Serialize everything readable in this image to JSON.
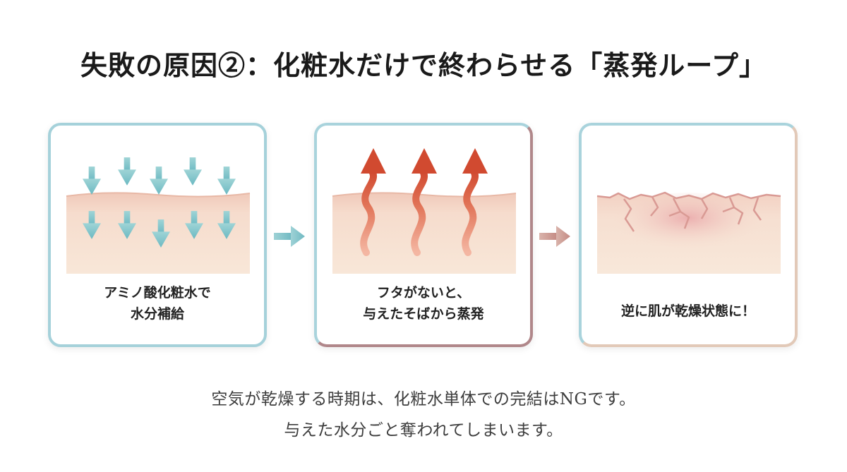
{
  "title": "失敗の原因②：化粧水だけで終わらせる「蒸発ループ」",
  "panels": [
    {
      "caption": [
        "アミノ酸化粧水で",
        "水分補給"
      ],
      "icon": "down-arrows-absorb"
    },
    {
      "caption": [
        "フタがないと、",
        "与えたそばから蒸発"
      ],
      "icon": "wavy-up-arrows-evaporate"
    },
    {
      "caption": [
        "逆に肌が乾燥状態に！"
      ],
      "icon": "cracked-skin"
    }
  ],
  "footer": [
    "空気が乾燥する時期は、化粧水単体での完結はNGです。",
    "与えた水分ごと奪われてしまいます。"
  ],
  "colors": {
    "teal_arrow": "#7cc3c9",
    "red_arrow": "#d4553a",
    "skin": "#f6dccd",
    "skin_top": "#efc3b3",
    "crack_red": "#e3a3a8"
  }
}
